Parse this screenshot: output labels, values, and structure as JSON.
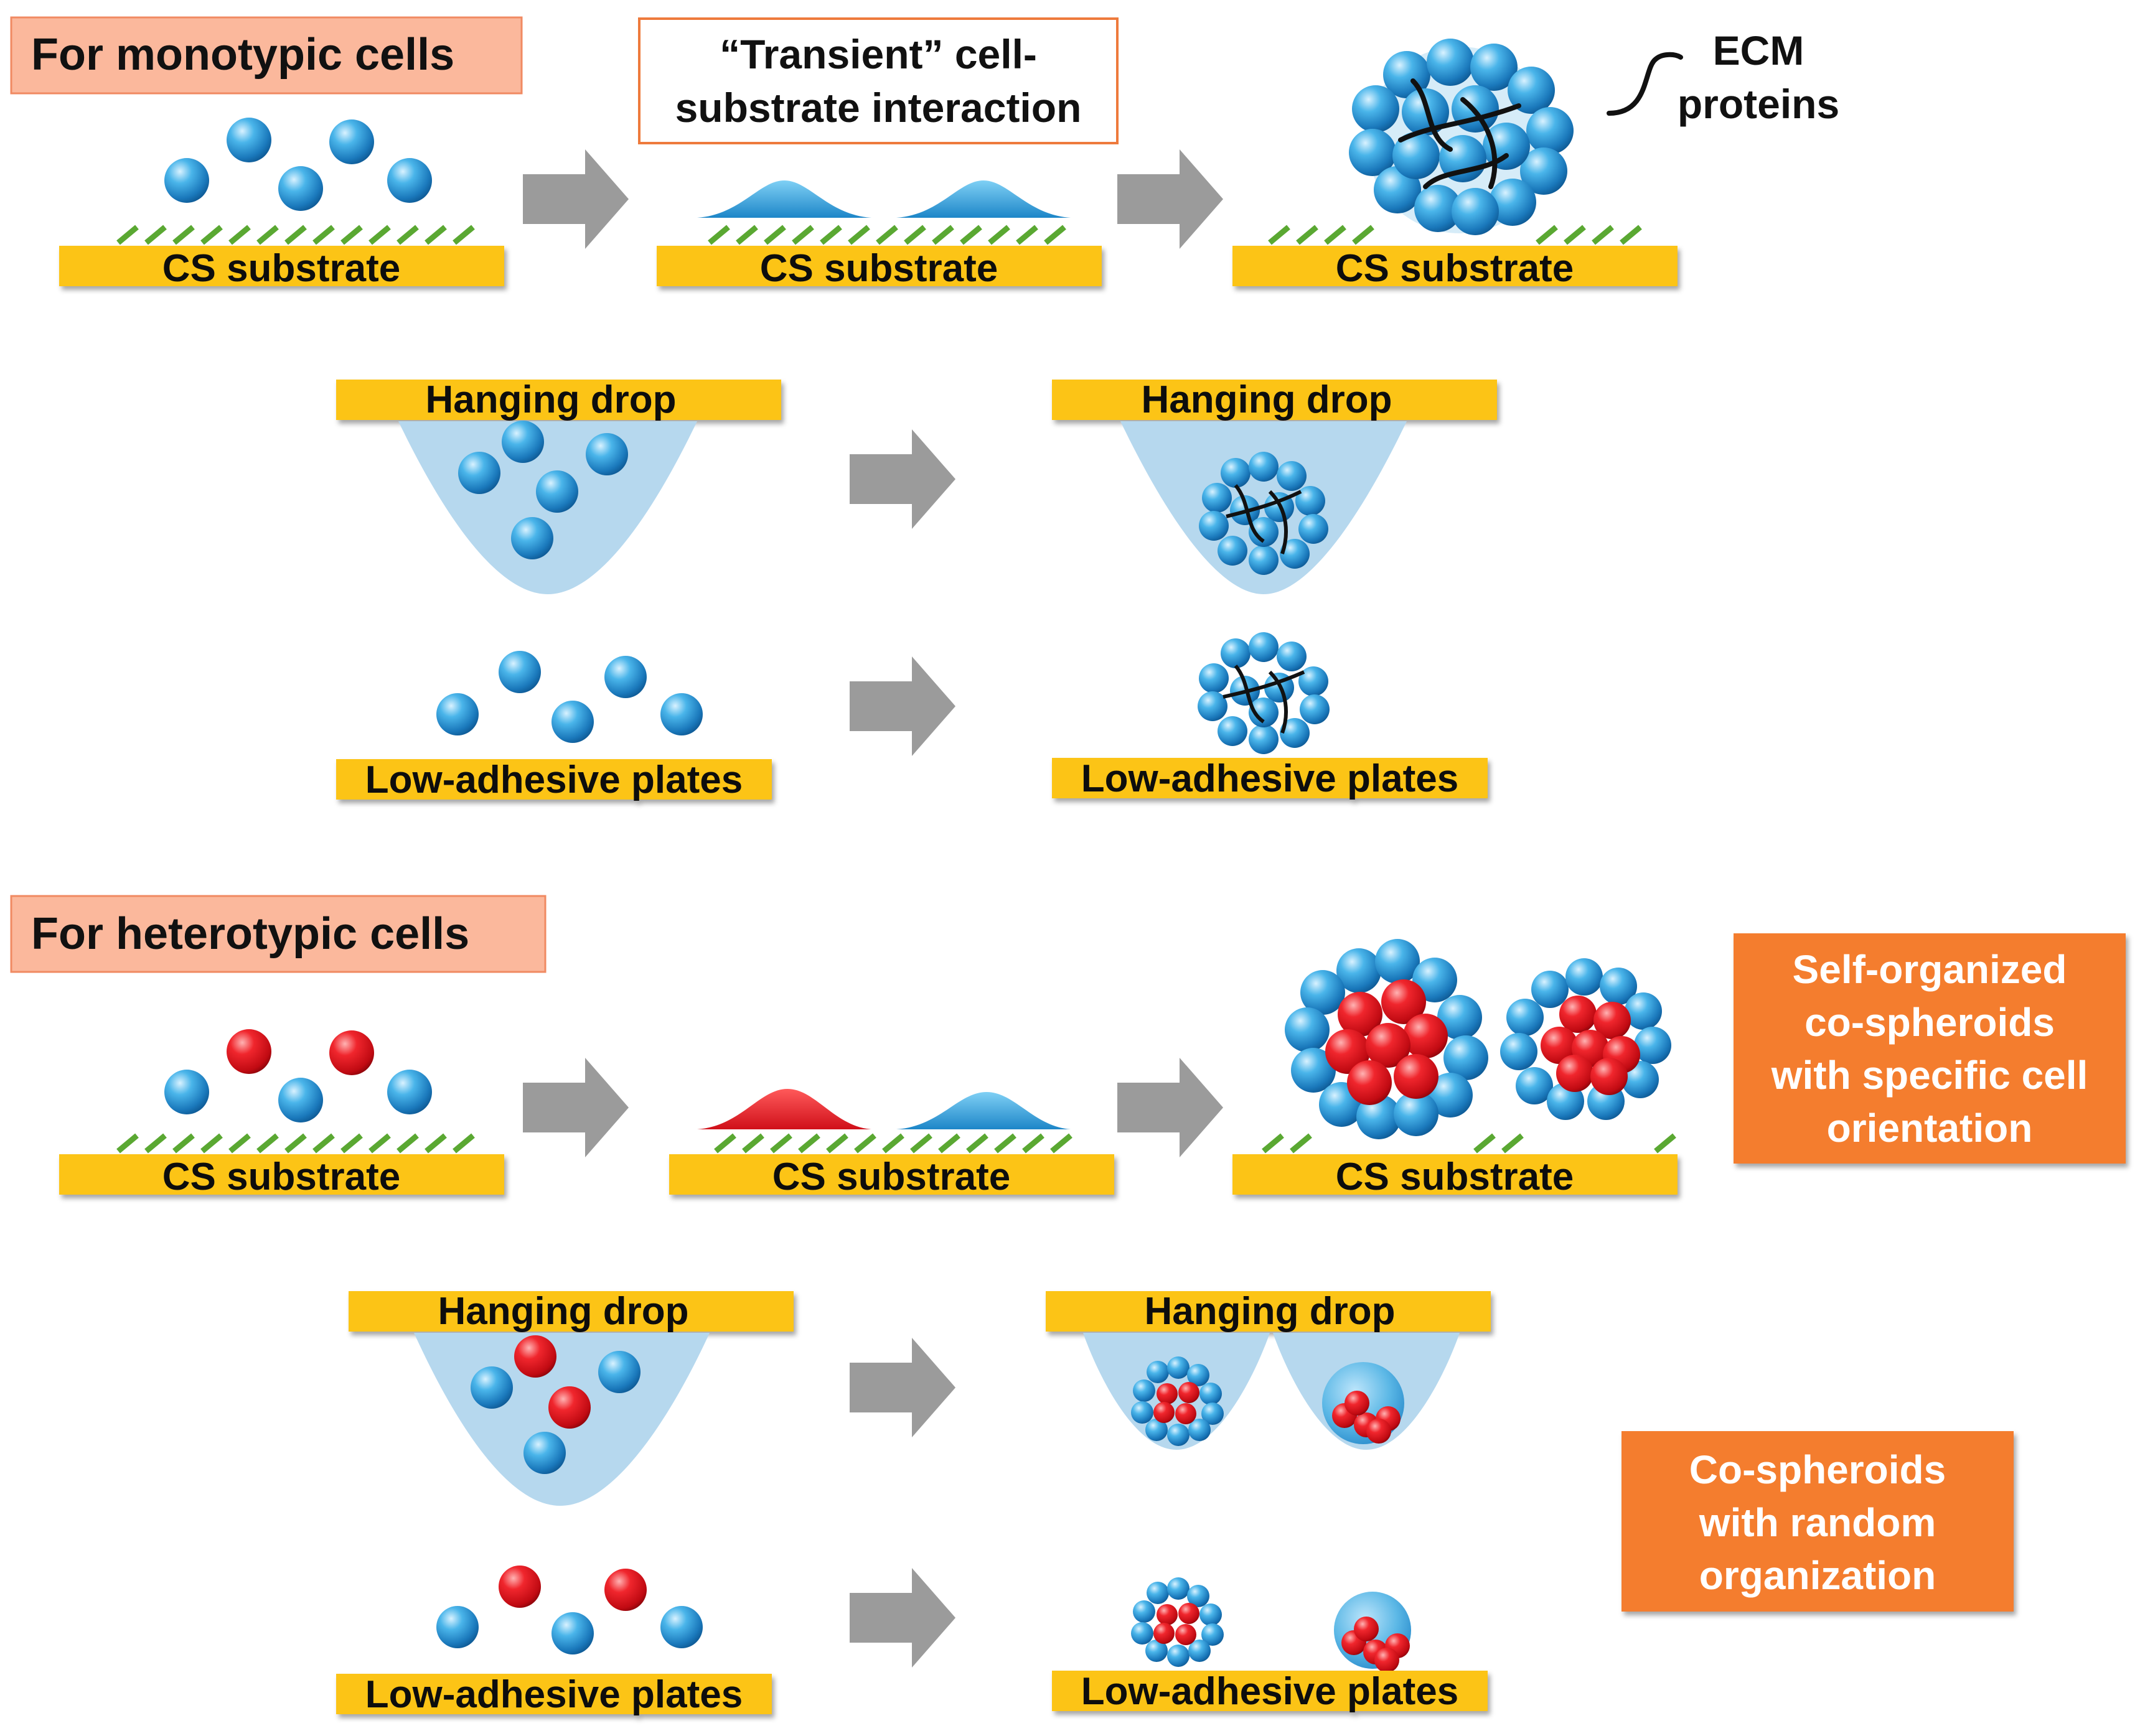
{
  "sections": {
    "monotypic": "For monotypic cells",
    "heterotypic": "For heterotypic cells"
  },
  "callouts": {
    "transient_line1": "“Transient” cell-",
    "transient_line2": "substrate interaction",
    "ecm_line1": "ECM",
    "ecm_line2": "proteins"
  },
  "labels": {
    "cs_substrate": "CS substrate",
    "hanging_drop": "Hanging drop",
    "low_adhesive": "Low-adhesive plates"
  },
  "outcomes": {
    "self_organized": [
      "Self-organized",
      "co-spheroids",
      "with specific cell",
      "orientation"
    ],
    "random": [
      "Co-spheroids",
      "with random",
      "organization"
    ]
  },
  "colors": {
    "section_box": "#fbb89c",
    "substrate": "#fcc412",
    "chondroitin_lines": "#5aa832",
    "blue_cell": "#2f97d4",
    "red_cell": "#e8141c",
    "drop": "#b6d8ee",
    "arrow": "#9b9b9b",
    "outcome_box": "#f47d2d"
  }
}
